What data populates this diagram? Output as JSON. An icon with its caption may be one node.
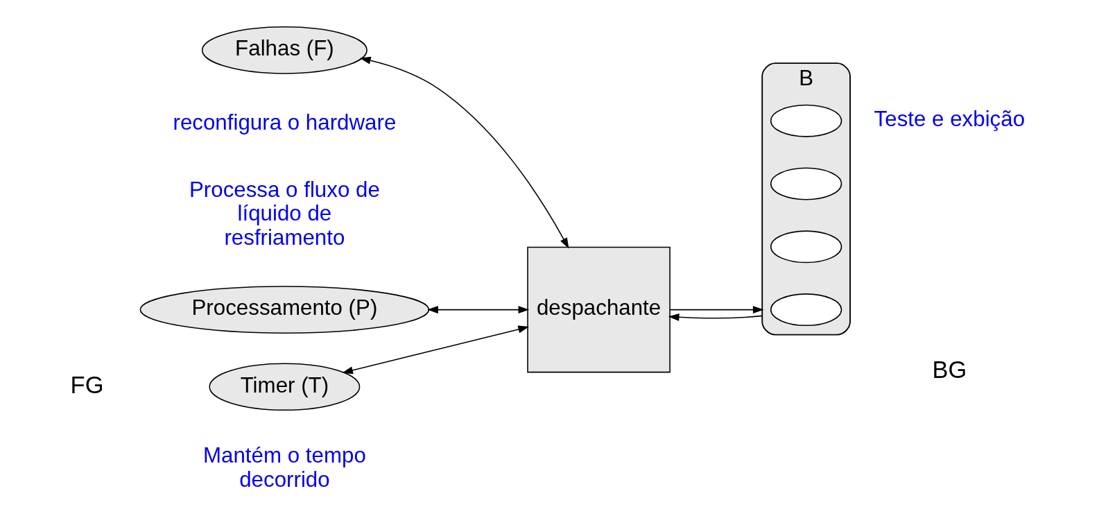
{
  "diagram": {
    "nodes": [
      {
        "text": [
          "Timer (T)"
        ],
        "beside": [
          "Mantém o tempo decorrido"
        ]
      },
      {
        "text": [
          "Falhas (F)"
        ],
        "beside": [
          "reconfigura o hardware"
        ]
      },
      {
        "text": [
          "Processamento (P)"
        ],
        "beside": [
          "Processa o fluxo de líquido de resfriamento"
        ]
      },
      {
        "text": [
          "despachante"
        ]
      },
      {
        "text": [
          "B"
        ],
        "beside": [
          "Teste e exbição"
        ]
      },
      {
        "text": [],
        "shape": "ellipse",
        "in": 4
      },
      {
        "text": [],
        "shape": "ellipse",
        "in": 4
      },
      {
        "text": [],
        "shape": "ellipse",
        "in": 4
      },
      {
        "text": [],
        "shape": "ellipse",
        "in": 4
      }
    ],
    "edges": [
      {
        "from": 0,
        "to": 3,
        "arrow": "both"
      },
      {
        "from": 1,
        "to": 3,
        "arrow": "both"
      },
      {
        "from": 2,
        "to": 3,
        "arrow": "both"
      },
      {
        "from": 3,
        "to": 4,
        "arrow": "to"
      },
      {
        "from": 4,
        "to": 3,
        "arrow": "to"
      }
    ],
    "labels": [
      "FG",
      "BG"
    ]
  }
}
